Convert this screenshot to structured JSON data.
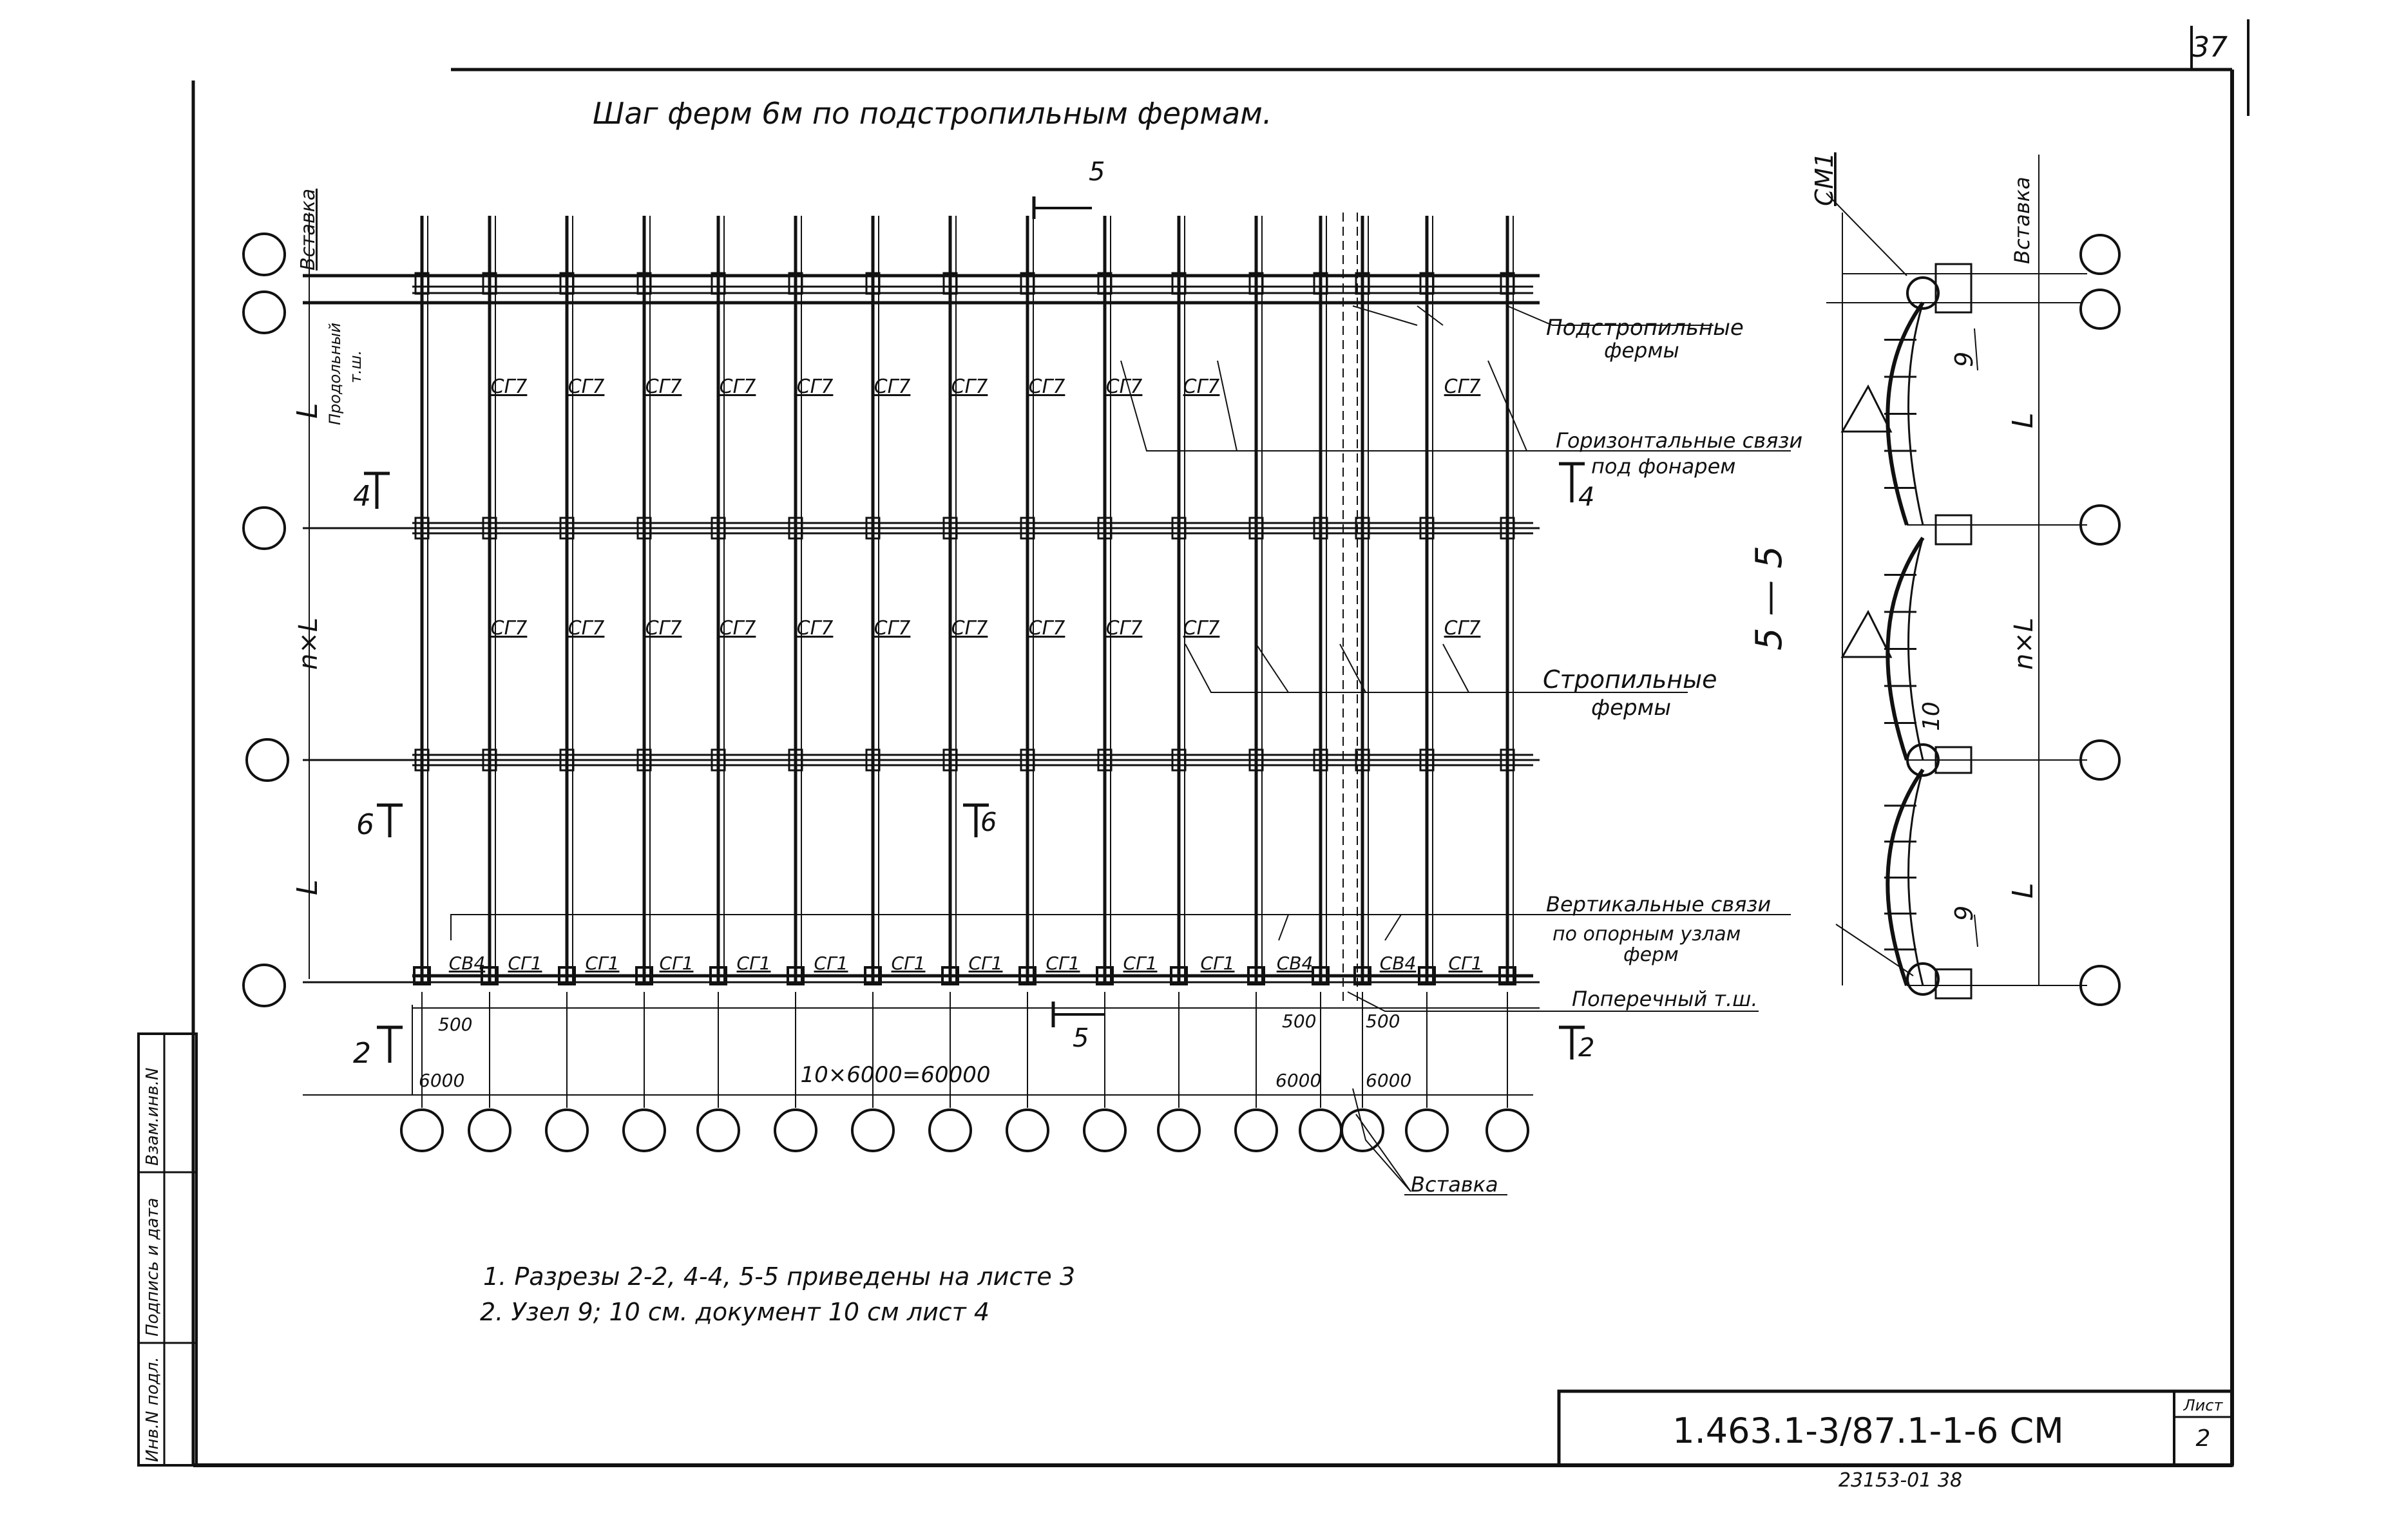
{
  "sheet": {
    "page_number": "37",
    "title": "Шаг ферм 6м по подстропильным фермам.",
    "designation": "1.463.1-3/87.1-1-6 СМ",
    "sheet_label": "Лист",
    "sheet_number": "2",
    "footer_code": "23153-01 38",
    "stamp": [
      "Инв.N подл.",
      "Подпись и дата",
      "Взам.инв.N"
    ]
  },
  "plan": {
    "insert_label": "Вставка",
    "long_joint_label_1": "Продольный",
    "long_joint_label_2": "т.ш.",
    "bay_span_1": "L",
    "bay_span_2": "n×L",
    "bay_span_3": "L",
    "panel_label": "СГ7",
    "bottom_ties_sequence": [
      "СВ4",
      "СГ1",
      "СГ1",
      "СГ1",
      "СГ1",
      "СГ1",
      "СГ1",
      "СГ1",
      "СГ1",
      "СГ1",
      "СГ1",
      "СВ4",
      "СВ4",
      "СГ1"
    ],
    "callouts": {
      "sub_truss_1": "Подстропильные",
      "sub_truss_2": "фермы",
      "horiz_ties_1": "Горизонтальные связи",
      "horiz_ties_2": "под фонарем",
      "rafter_1": "Стропильные",
      "rafter_2": "фермы",
      "vert_ties_1": "Вертикальные связи",
      "vert_ties_2": "по опорным узлам",
      "vert_ties_3": "ферм",
      "cross_joint": "Поперечный т.ш.",
      "insert_bottom": "Вставка"
    },
    "section_marks": {
      "s5_top": "5",
      "s5_bottom": "5",
      "s4_left": "4",
      "s4_right": "4",
      "s6_left": "6",
      "s6_mid": "6",
      "s2_left": "2",
      "s2_right": "2"
    },
    "dims": {
      "offset_left": "500",
      "offset_mid_a": "500",
      "offset_mid_b": "500",
      "step_left": "6000",
      "main_span": "10×6000=60000",
      "step_mid_a": "6000",
      "step_mid_b": "6000"
    }
  },
  "section": {
    "title": "5 — 5",
    "mark": "СМ1",
    "insert_label": "Вставка",
    "node_top": "9",
    "node_mid": "10",
    "node_bottom": "9",
    "span_1": "L",
    "span_2": "n×L",
    "span_3": "L"
  },
  "notes": {
    "line1": "1. Разрезы 2-2, 4-4, 5-5 приведены на листе 3",
    "line2": "2. Узел 9; 10 см. документ 10 см лист 4"
  }
}
